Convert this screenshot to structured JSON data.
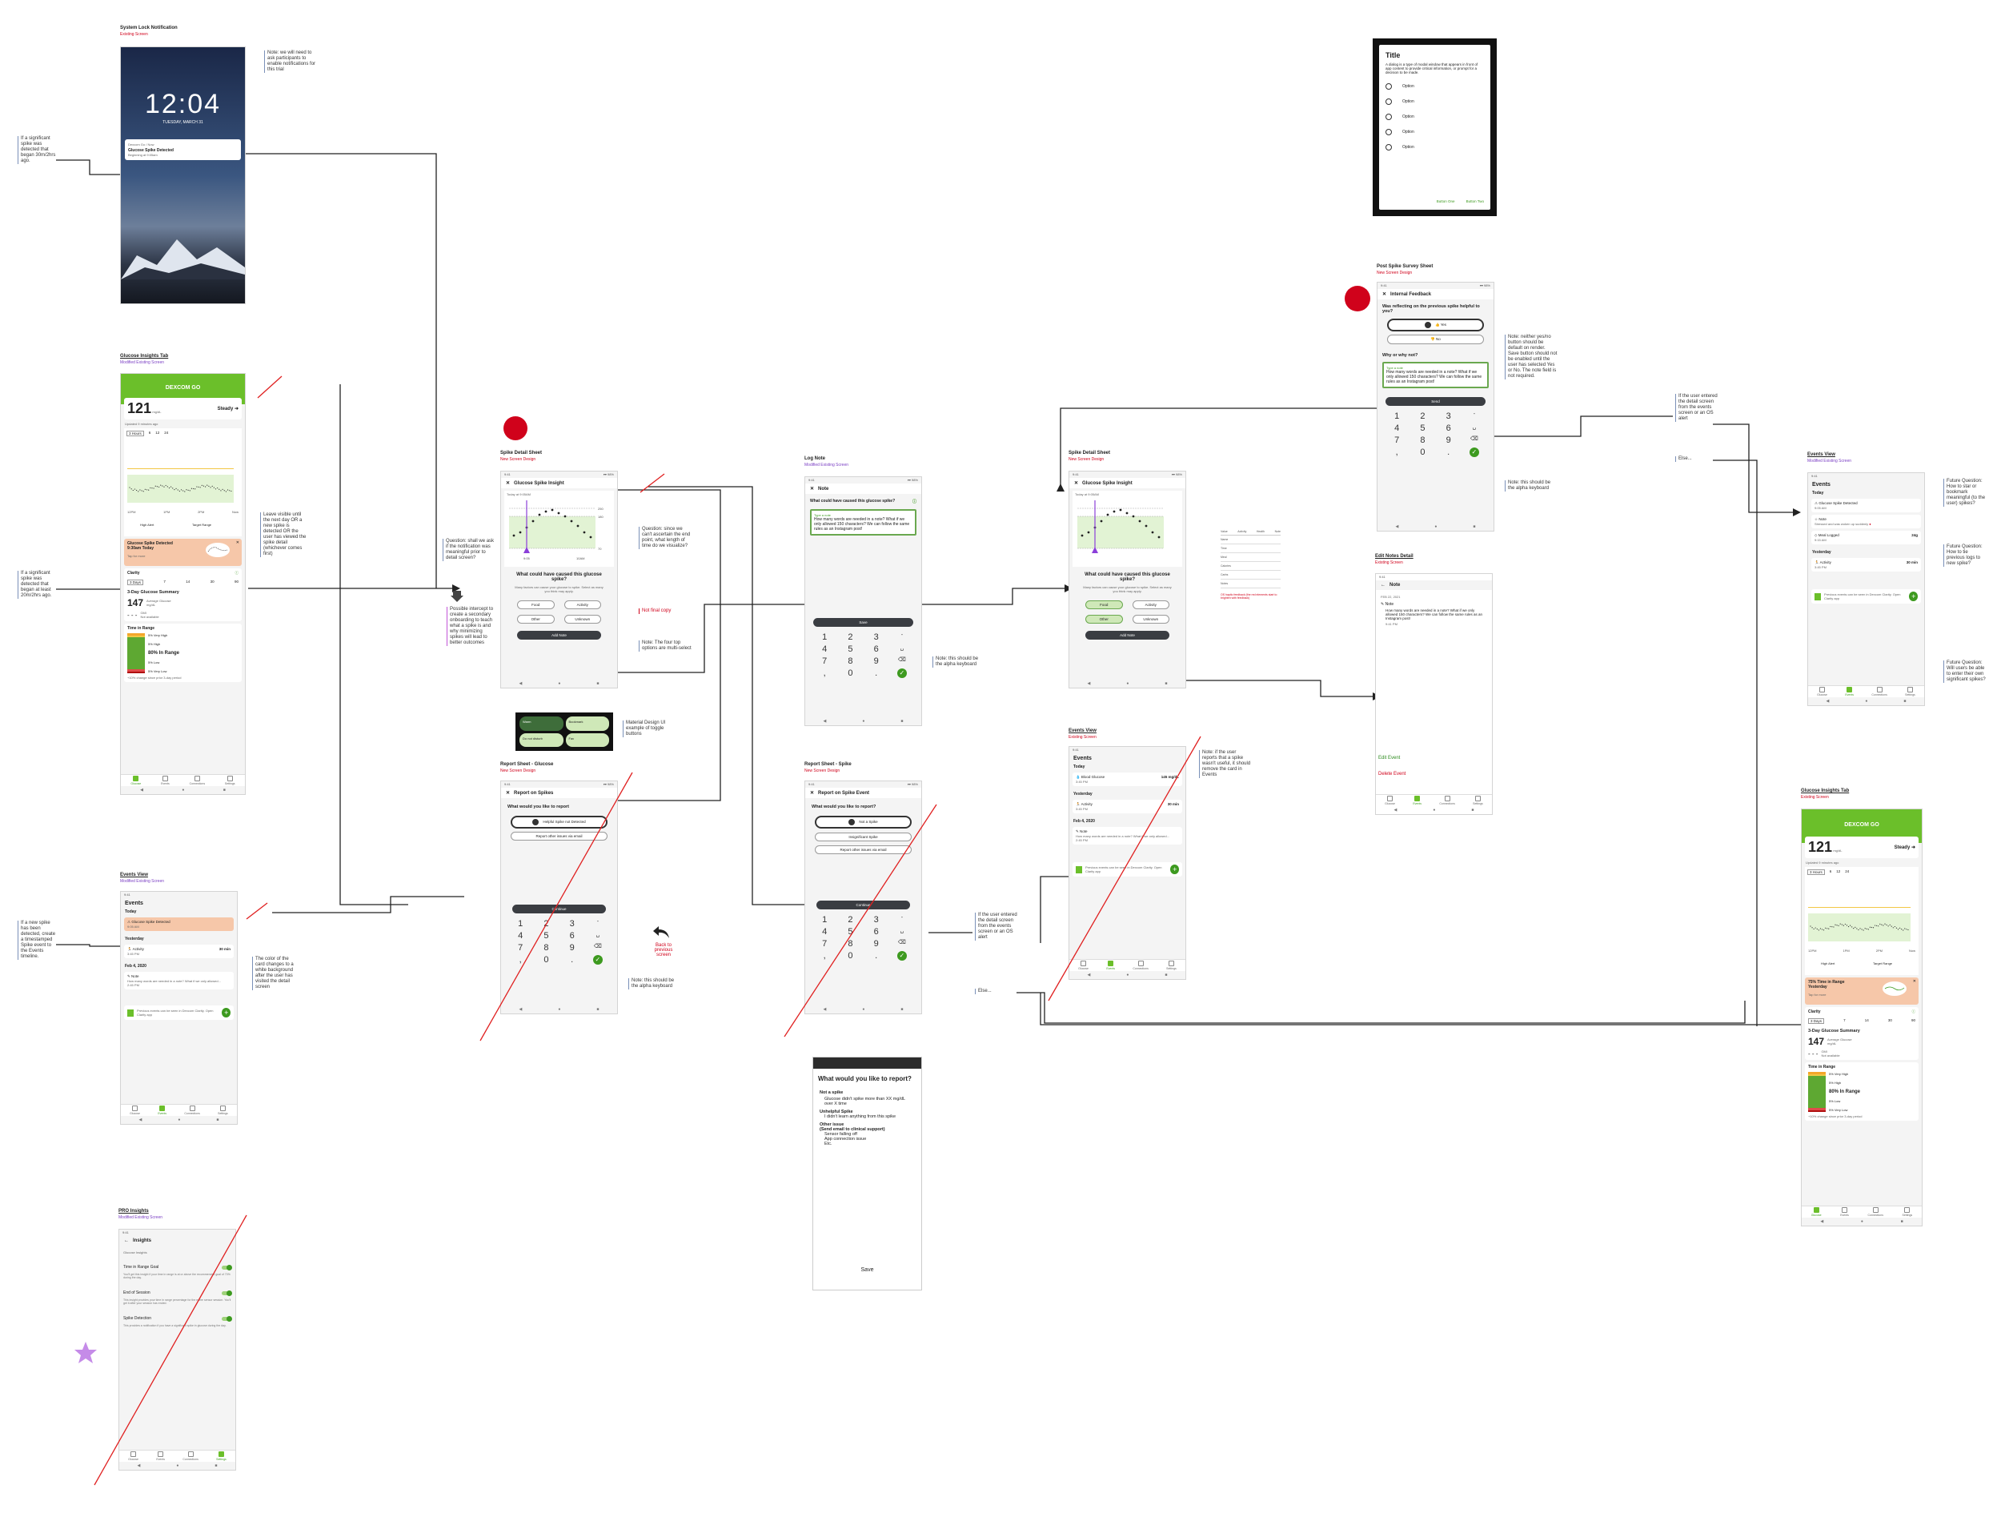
{
  "lock": {
    "title": "System Lock Notification",
    "sub": "Existing Screen",
    "time": "12:04",
    "date": "TUESDAY, MARCH 31",
    "notif_app": "Dexcom Go / Now",
    "notif_title": "Glucose Spike Detected",
    "notif_body": "Beginning at 9:05am",
    "note": "Note: we will need to ask participants to enable notifications for this trial",
    "side_note": "If a significant spike was detected that began 30m/2hrs ago."
  },
  "insights_tab": {
    "title": "Glucose Insights Tab",
    "sub": "Modified Existing Screen",
    "brand": "DEXCOM GO",
    "reading": "121",
    "unit": "mg/dL",
    "trend": "Steady",
    "updated": "Updated 9 minutes ago",
    "ranges": [
      "3 Hours",
      "6",
      "12",
      "24"
    ],
    "time_ticks": [
      "12PM",
      "1PM",
      "2PM",
      "Now"
    ],
    "alert_labels": [
      "High Alert",
      "Target Range"
    ],
    "spike_title": "Glucose Spike Detected",
    "spike_time": "9:30am Today",
    "spike_tap": "Tap for more",
    "clarity": "Clarity",
    "days": [
      "3 Days",
      "7",
      "14",
      "30",
      "90"
    ],
    "summary": "3-Day Glucose Summary",
    "avg": "147",
    "avg_label": "Average Glucose",
    "avg_unit": "mg/dL",
    "gmi_label": "GMI",
    "gmi_value": "Not available",
    "tir": "Time in Range",
    "tir_lines": [
      "5% Very High",
      "5% High",
      "80% In Range",
      "5% Low",
      "5% Very Low"
    ],
    "tir_foot": "+10% change since prior 3-day period",
    "tabs": [
      "Glucose",
      "Events",
      "Connections",
      "Settings"
    ],
    "note": "Leave visible until the next day OR a new spike is detected OR the user has viewed the spike detail (whichever comes first)",
    "side_note": "If a significant spike was detected that began at least 20m/2hrs ago."
  },
  "events_left": {
    "title": "Events View",
    "sub": "Modified Existing Screen",
    "heading": "Events",
    "today": "Today",
    "spike": "Glucose Spike Detected",
    "spike_time": "9:05 AM",
    "yesterday": "Yesterday",
    "activity": "Activity",
    "activity_val": "30 min",
    "activity_time": "3:45 PM",
    "date": "Feb 4, 2020",
    "note": "Note",
    "note_body": "How many words are needed in a note? What if we only allowed...",
    "note_time": "2:45 PM",
    "footer": "Previous events can be seen in Dexcom Clarity. Open Clarity app",
    "side_note": "If a new spike has been detected, create a timestamped Spike event to the Events timeline.",
    "color_note": "The color of the card changes to a white background after the user has visited the detail screen"
  },
  "pro": {
    "title": "PRO Insights",
    "sub": "Modified Existing Screen",
    "heading": "Insights",
    "section": "Glucose Insights",
    "items": [
      "Time in Range Goal",
      "End of Session",
      "Spike Detection"
    ],
    "desc": [
      "You'll get this insight if your time in range is at or above the recommended goal of 70% during the day.",
      "This insight provides your time in range percentage for the entire sensor session. You'll get it after your session has ended.",
      "This provides a notification if you have a significant spike in glucose during the day."
    ]
  },
  "spike_detail": {
    "title": "Spike Detail Sheet",
    "sub": "New Screen Design",
    "header": "Glucose Spike Insight",
    "chart_label": "Today at 9:05AM",
    "y_ticks": [
      "250",
      "180",
      "70"
    ],
    "x_ticks": [
      "9:05",
      "10AM"
    ],
    "question": "What could have caused this glucose spike?",
    "desc": "Many factors can cause your glucose to spike. Select as many you think may apply.",
    "options": [
      "Food",
      "Activity",
      "Other",
      "Unknown"
    ],
    "add": "Add Note",
    "q_note": "Question: shall we ask if the notification was meaningful prior to detail screen?",
    "q2_note": "Question: since we can't ascertain the end point, what length of time do we visualize?",
    "final_copy": "Not final copy",
    "toggle_note": "Note: The four top options are multi-select",
    "intercept": "Possible intercept to create a secondary onboarding to teach what a spike is and why minimizing spikes will lead to better outcomes",
    "material_note": "Material Design UI example of toggle buttons",
    "chips": [
      "Warm",
      "Bookmark",
      "Do not disturb",
      "Fav"
    ]
  },
  "report_glucose": {
    "title": "Report Sheet - Glucose",
    "sub": "New Screen Design",
    "header": "Report on Spikes",
    "question": "What would you like to report",
    "opt1": "Helpful Spike not Detected",
    "opt2": "Report other issues via email",
    "cont": "Continue",
    "back": "Back to previous screen",
    "kb_note": "Note: this should be the alpha keyboard"
  },
  "log_note": {
    "title": "Log Note",
    "sub": "Modified Existing Screen",
    "header": "Note",
    "question": "What could have caused this glucose spike?",
    "field_label": "Type a note",
    "field_text": "How many words are needed in a note? What if we only allowed 150 characters? We can follow the same rules as an Instagram post!",
    "save": "Save",
    "kb_note": "Note: this should be the alpha keyboard"
  },
  "report_spike": {
    "title": "Report Sheet - Spike",
    "sub": "New Screen Design",
    "header": "Report on Spike Event",
    "question": "What would you like to report?",
    "opts": [
      "Not a Spike",
      "Insignificant Spike",
      "Report other issues via email"
    ],
    "cont": "Continue"
  },
  "report_list": {
    "title": "What would you like to report?",
    "s1": "Not a spike",
    "s1a": "Glucose didn't spike more than XX mg/dL over X time",
    "s2": "Unhelpful Spike",
    "s2a": "I didn't learn anything from this spike",
    "s3": "Other issue",
    "s3b": "(Send email to clinical support)",
    "s3a": [
      "Sensor falling off",
      "App connection issue",
      "Etc."
    ],
    "save": "Save"
  },
  "spike_detail2": {
    "title": "Spike Detail Sheet",
    "sub": "New Screen Design",
    "header": "Glucose Spike Insight",
    "chart_label": "Today at 9:05AM",
    "question": "What could have caused this glucose spike?",
    "desc": "Many factors can cause your glucose to spike. Select as many you think may apply.",
    "options": [
      "Food",
      "Activity",
      "Other",
      "Unknown"
    ],
    "add": "Add Note"
  },
  "events_mid": {
    "title": "Events View",
    "sub": "Existing Screen",
    "heading": "Events",
    "today": "Today",
    "bg": "Blood Glucose",
    "bg_val": "145 mg/dL",
    "bg_time": "3:45 PM",
    "yesterday": "Yesterday",
    "activity": "Activity",
    "activity_val": "30 min",
    "activity_time": "3:45 PM",
    "date": "Feb 4, 2020",
    "note": "Note",
    "note_body": "How many words are needed in a note? What if we only allowed...",
    "note_time": "2:45 PM",
    "footer": "Previous events can be seen in Dexcom Clarity. Open Clarity app",
    "note_right": "Note: if the user reports that a spike wasn't useful, it should remove the card in Events",
    "side_note": "If the user entered the detail screen from the events screen or an OS alert",
    "else": "Else..."
  },
  "dialog": {
    "title": "Title",
    "body": "A dialog is a type of modal window that appears in front of app content to provide critical information, or prompt for a decision to be made.",
    "options": [
      "Option",
      "Option",
      "Option",
      "Option",
      "Option"
    ],
    "b1": "Button One",
    "b2": "Button Two"
  },
  "survey": {
    "title": "Post Spike Survey Sheet",
    "sub": "New Screen Design",
    "header": "Internal Feedback",
    "q1": "Was reflecting on the previous spike helpful to you?",
    "yes": "Yes",
    "no": "No",
    "q2": "Why or why not?",
    "field_label": "Type a note",
    "field_text": "How many words are needed in a note? What if we only allowed 150 characters? We can follow the same rules as an Instagram post!",
    "send": "Send",
    "note": "Note: neither yes/no button should be default on render. Save button should not be enabled until the user has selected Yes or No. The note field is not required.",
    "kb_note": "Note: this should be the alpha keyboard",
    "side_note": "If the user entered the detail screen from the events screen or an OS alert",
    "else": "Else..."
  },
  "edit_note": {
    "title": "Edit Notes Detail",
    "sub": "Existing Screen",
    "header": "Note",
    "date": "FEB 22, 2021",
    "label": "Note",
    "body": "How many words are needed in a note? What if we only allowed 150 characters? We can follow the same rules as an Instagram post!",
    "time": "9:41 PM",
    "edit": "Edit Event",
    "delete": "Delete Event",
    "tabs": [
      "Glucose",
      "Events",
      "Connections",
      "Settings"
    ]
  },
  "mini_form": {
    "cols": [
      "Value",
      "Activity",
      "Health",
      "Note"
    ],
    "rows": [
      "Name",
      "Time",
      "Meal",
      "Calories",
      "Carbs",
      "Notes"
    ],
    "footer": "OS haptic feedback (the red elements start to brighten with feedback)"
  },
  "events_right": {
    "title": "Events View",
    "sub": "Modified Existing Screen",
    "heading": "Events",
    "today": "Today",
    "spike": "Glucose Spike Detected",
    "spike_time": "9:05 AM",
    "note": "Note",
    "note_body": "Stressed and was woken up suddenly",
    "meal": "Meal Logged",
    "meal_val": "24g",
    "meal_time": "9:15 AM",
    "yesterday": "Yesterday",
    "activity": "Activity",
    "activity_val": "30 min",
    "activity_time": "3:45 PM",
    "footer": "Previous events can be seen in Dexcom Clarity. Open Clarity app",
    "q1": "Future Question: How to star or bookmark meaningful (to the user) spikes?",
    "q2": "Future Question: How to tie previous logs to new spike?",
    "q3": "Future Question: Will users be able to enter their own significant spikes?"
  },
  "insights_right": {
    "title": "Glucose Insights Tab",
    "sub": "Existing Screen",
    "brand": "DEXCOM GO",
    "reading": "121",
    "unit": "mg/dL",
    "trend": "Steady",
    "updated": "Updated 9 minutes ago",
    "ranges": [
      "3 Hours",
      "6",
      "12",
      "24"
    ],
    "time_ticks": [
      "12PM",
      "1PM",
      "2PM",
      "Now"
    ],
    "alert_labels": [
      "High Alert",
      "Target Range"
    ],
    "tir_card": "75% Time in Range",
    "tir_card2": "Yesterday",
    "tap": "Tap for more",
    "clarity": "Clarity",
    "days": [
      "3 Days",
      "7",
      "14",
      "30",
      "90"
    ],
    "summary": "3-Day Glucose Summary",
    "avg": "147",
    "avg_label": "Average Glucose",
    "avg_unit": "mg/dL",
    "gmi_label": "GMI",
    "gmi_value": "Not available",
    "tir": "Time in Range",
    "tir_lines": [
      "5% Very High",
      "5% High",
      "80% In Range",
      "5% Low",
      "5% Very Low"
    ],
    "tir_foot": "+10% change since prior 3-day period",
    "tabs": [
      "Glucose",
      "Events",
      "Connections",
      "Settings"
    ]
  },
  "colors": {
    "accent_green": "#6bbf2a",
    "alert_red": "#d0021b",
    "spike_orange": "#f6c7a9",
    "dark_button": "#3a3d42"
  }
}
